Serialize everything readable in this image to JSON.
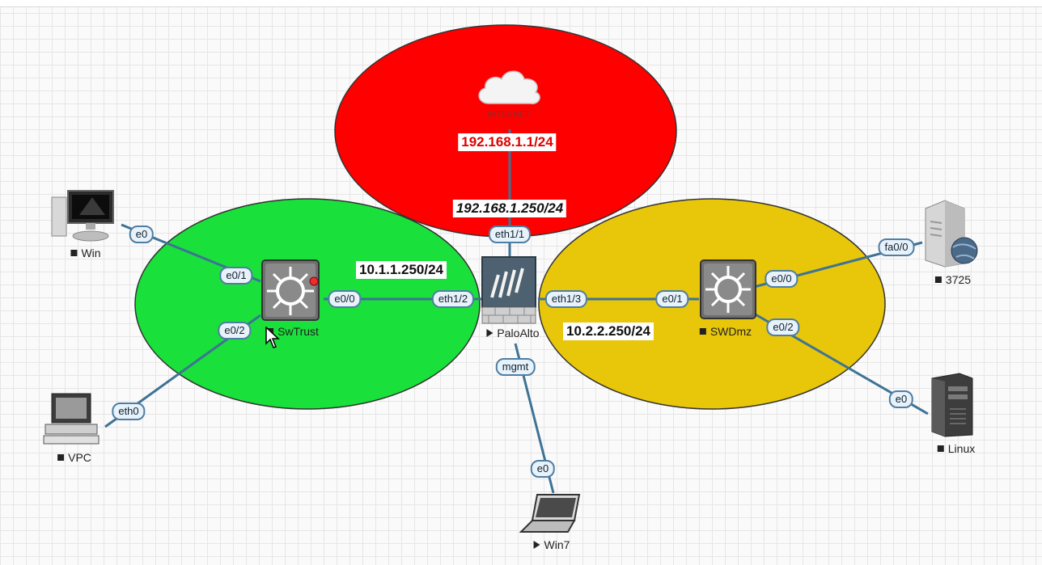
{
  "zones": {
    "internet_color": "#ff0000",
    "trust_color": "#19e03a",
    "dmz_color": "#e8c60a"
  },
  "labels": {
    "internet_cloud": "INTERNET",
    "internet_ip": "192.168.1.1/24",
    "pa_outside_ip": "192.168.1.250/24",
    "trust_ip": "10.1.1.250/24",
    "dmz_ip": "10.2.2.250/24"
  },
  "nodes": {
    "win": "Win",
    "vpc": "VPC",
    "swtrust": "SwTrust",
    "paloalto": "PaloAlto",
    "swdmz": "SWDmz",
    "r3725": "3725",
    "linux": "Linux",
    "win7": "Win7"
  },
  "ports": {
    "win_e0": "e0",
    "swtrust_e0_1": "e0/1",
    "swtrust_e0_2": "e0/2",
    "vpc_eth0": "eth0",
    "swtrust_e0_0": "e0/0",
    "pa_eth1_2": "eth1/2",
    "pa_eth1_1": "eth1/1",
    "pa_eth1_3": "eth1/3",
    "pa_mgmt": "mgmt",
    "swdmz_e0_1": "e0/1",
    "swdmz_e0_0": "e0/0",
    "swdmz_e0_2": "e0/2",
    "r3725_fa0_0": "fa0/0",
    "linux_e0": "e0",
    "win7_e0": "e0"
  }
}
